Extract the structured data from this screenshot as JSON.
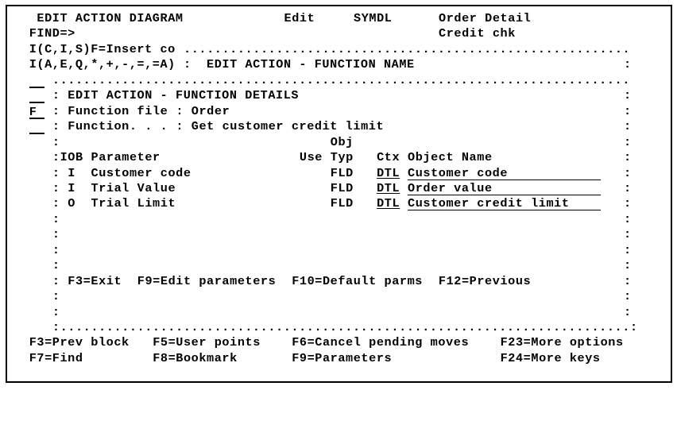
{
  "header": {
    "title": "EDIT ACTION DIAGRAM",
    "mode": "Edit",
    "model": "SYMDL",
    "context_line1": "Order Detail",
    "context_line2": "Credit chk",
    "find_label": "FIND=>",
    "find_value": ""
  },
  "legend": {
    "insert_codes": "I(C,I,S)F=Insert co",
    "action_codes": "I(A,E,Q,*,+,-,=,=A)"
  },
  "outer_window": {
    "title": "EDIT ACTION - FUNCTION NAME"
  },
  "line_commands": [
    "",
    "",
    "F",
    ""
  ],
  "details_window": {
    "title": "EDIT ACTION - FUNCTION DETAILS",
    "function_file_label": "Function file",
    "function_file_value": "Order",
    "function_label": "Function. . .",
    "function_value": "Get customer credit limit",
    "columns": {
      "iob": "IOB",
      "parameter": "Parameter",
      "use": "Use",
      "obj_typ_top": "Obj",
      "obj_typ": "Typ",
      "ctx": "Ctx",
      "object_name": "Object Name"
    },
    "parameters": [
      {
        "iob": "I",
        "parameter": "Customer code",
        "use": "",
        "typ": "FLD",
        "ctx": "DTL",
        "object_name": "Customer code"
      },
      {
        "iob": "I",
        "parameter": "Trial Value",
        "use": "",
        "typ": "FLD",
        "ctx": "DTL",
        "object_name": "Order value"
      },
      {
        "iob": "O",
        "parameter": "Trial Limit",
        "use": "",
        "typ": "FLD",
        "ctx": "DTL",
        "object_name": "Customer credit limit"
      }
    ],
    "function_keys": [
      {
        "key": "F3",
        "label": "F3=Exit"
      },
      {
        "key": "F9",
        "label": "F9=Edit parameters"
      },
      {
        "key": "F10",
        "label": "F10=Default parms"
      },
      {
        "key": "F12",
        "label": "F12=Previous"
      }
    ]
  },
  "footer": {
    "row1": [
      {
        "key": "F3",
        "label": "F3=Prev block"
      },
      {
        "key": "F5",
        "label": "F5=User points"
      },
      {
        "key": "F6",
        "label": "F6=Cancel pending moves"
      },
      {
        "key": "F23",
        "label": "F23=More options"
      }
    ],
    "row2": [
      {
        "key": "F7",
        "label": "F7=Find"
      },
      {
        "key": "F8",
        "label": "F8=Bookmark"
      },
      {
        "key": "F9",
        "label": "F9=Parameters"
      },
      {
        "key": "F24",
        "label": "F24=More keys"
      }
    ]
  },
  "separators": {
    "colon": ":",
    "dots_top": "..........................................................",
    "dots_inner": "...........................................................................",
    "dots_bottom": ":..........................................................................:"
  }
}
